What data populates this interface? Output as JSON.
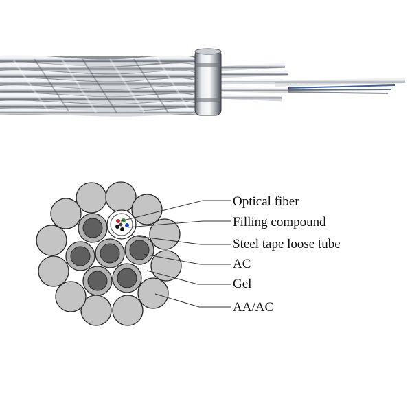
{
  "labels": {
    "optical_fiber": "Optical fiber",
    "filling_compound": "Filling compound",
    "steel_tape_loose_tube": "Steel tape loose tube",
    "ac": "AC",
    "gel": "Gel",
    "aa_ac": "AA/AC"
  },
  "colors": {
    "background": "#ffffff",
    "outer_strand_fill": "#c4c4c4",
    "inner_strand_fill": "#b3b3b3",
    "ac_core_fill": "#5f5f5f",
    "strand_outline": "#2a2a2a",
    "fiber_red": "#d62728",
    "fiber_green": "#2ca02c",
    "fiber_blue": "#1f3fbf",
    "fiber_black": "#111111",
    "steel_tube": "#aaaaaa",
    "cable_dark": "#6f7378",
    "cable_light": "#dfe2e6",
    "fiber_strand_blue": "#3b5fae"
  },
  "icons": {
    "photo": "overhead-ground-wire-cable-photo",
    "diagram": "cable-cross-section-diagram"
  }
}
